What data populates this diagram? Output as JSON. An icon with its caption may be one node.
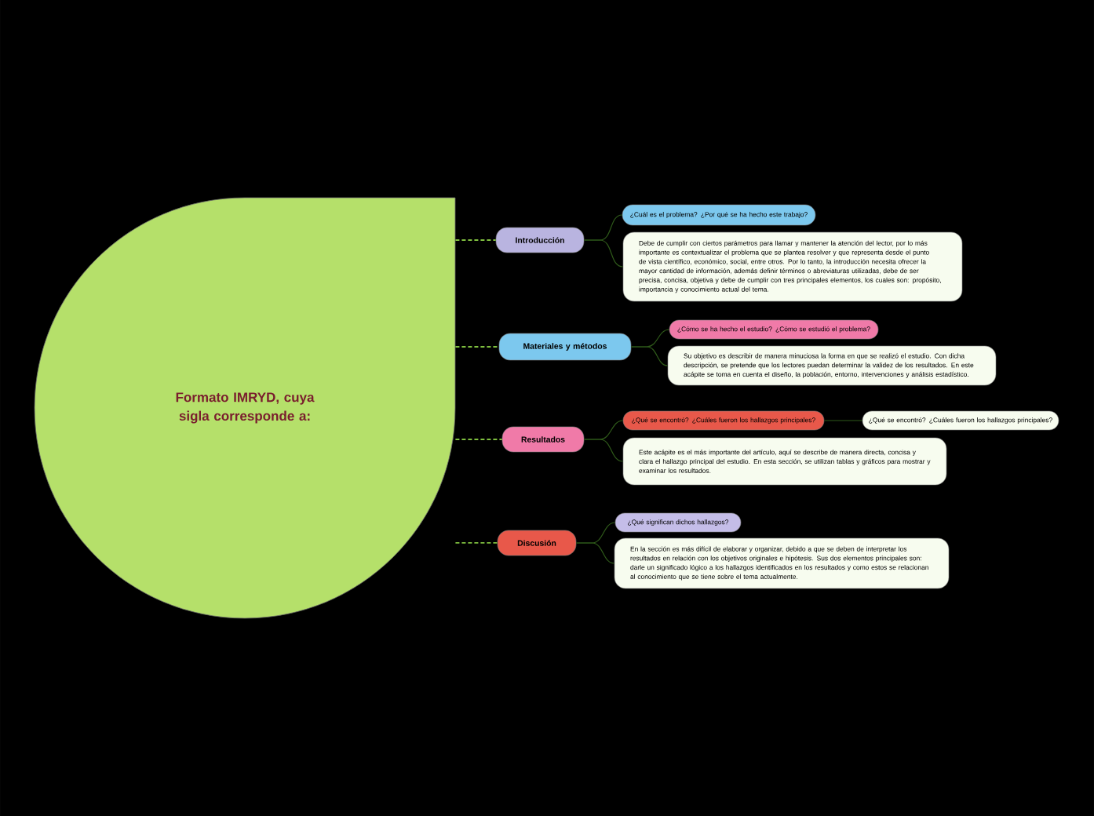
{
  "diagram": {
    "nodes": [
      {
        "text": [
          "Formato IMRYD, cuya sigla corresponde a:"
        ]
      },
      {
        "text": [
          "Introducción"
        ]
      },
      {
        "text": [
          "¿Cuál es el problema? ¿Por qué se ha hecho este trabajo?"
        ]
      },
      {
        "text": [
          "Debe de cumplir con ciertos parámetros para llamar y mantener la atención del lector, por lo más importante es contextualizar el problema que se plantea resolver y que representa desde el punto de vista científico, económico, social, entre otros. Por lo tanto, la introducción necesita ofrecer la mayor cantidad de información, además definir términos o abreviaturas utilizadas, debe de ser precisa, concisa, objetiva y debe de cumplir con tres principales elementos, los cuales son: propósito, importancia y conocimiento actual del tema."
        ]
      },
      {
        "text": [
          "Materiales y métodos"
        ]
      },
      {
        "text": [
          "¿Cómo se ha hecho el estudio? ¿Cómo se estudió el problema?"
        ]
      },
      {
        "text": [
          "Su objetivo es describir de manera minuciosa la forma en que se realizó el estudio. Con dicha descripción, se pretende que los lectores puedan determinar la validez de los resultados. En este acápite se toma en cuenta el diseño, la población, entorno, intervenciones y análisis estadístico."
        ]
      },
      {
        "text": [
          "Resultados"
        ]
      },
      {
        "text": [
          "¿Qué se encontró? ¿Cuáles fueron los hallazgos principales?"
        ]
      },
      {
        "text": [
          "¿Qué se encontró? ¿Cuáles fueron los hallazgos principales?"
        ]
      },
      {
        "text": [
          "Este acápite es el más importante del artículo, aquí se describe de manera directa, concisa y clara el hallazgo principal del estudio. En esta sección, se utilizan tablas y gráficos para mostrar y examinar los resultados."
        ]
      },
      {
        "text": [
          "Discusión"
        ]
      },
      {
        "text": [
          "¿Qué significan dichos hallazgos?"
        ]
      },
      {
        "text": [
          "En la sección es más difícil de elaborar y organizar, debido a que se deben de interpretar los resultados en relación con los objetivos originales e hipótesis. Sus dos elementos principales son: darle un significado lógico a los hallazgos identificados en los resultados y como estos se relacionan al conocimiento que se tiene sobre el tema actualmente."
        ]
      }
    ],
    "edges": [
      {
        "from": 0,
        "to": 1,
        "arrow": "none",
        "style": "dashed",
        "color": "#7fbf3f"
      },
      {
        "from": 0,
        "to": 4,
        "arrow": "none",
        "style": "dashed",
        "color": "#7fbf3f"
      },
      {
        "from": 0,
        "to": 7,
        "arrow": "none",
        "style": "dashed",
        "color": "#7fbf3f"
      },
      {
        "from": 0,
        "to": 11,
        "arrow": "none",
        "style": "dashed",
        "color": "#7fbf3f"
      },
      {
        "from": 1,
        "to": 2,
        "arrow": "none"
      },
      {
        "from": 1,
        "to": 3,
        "arrow": "none"
      },
      {
        "from": 4,
        "to": 5,
        "arrow": "none"
      },
      {
        "from": 4,
        "to": 6,
        "arrow": "none"
      },
      {
        "from": 7,
        "to": 8,
        "arrow": "none"
      },
      {
        "from": 7,
        "to": 10,
        "arrow": "none"
      },
      {
        "from": 8,
        "to": 9,
        "arrow": "none"
      },
      {
        "from": 11,
        "to": 12,
        "arrow": "none"
      },
      {
        "from": 11,
        "to": 13,
        "arrow": "none"
      }
    ]
  }
}
